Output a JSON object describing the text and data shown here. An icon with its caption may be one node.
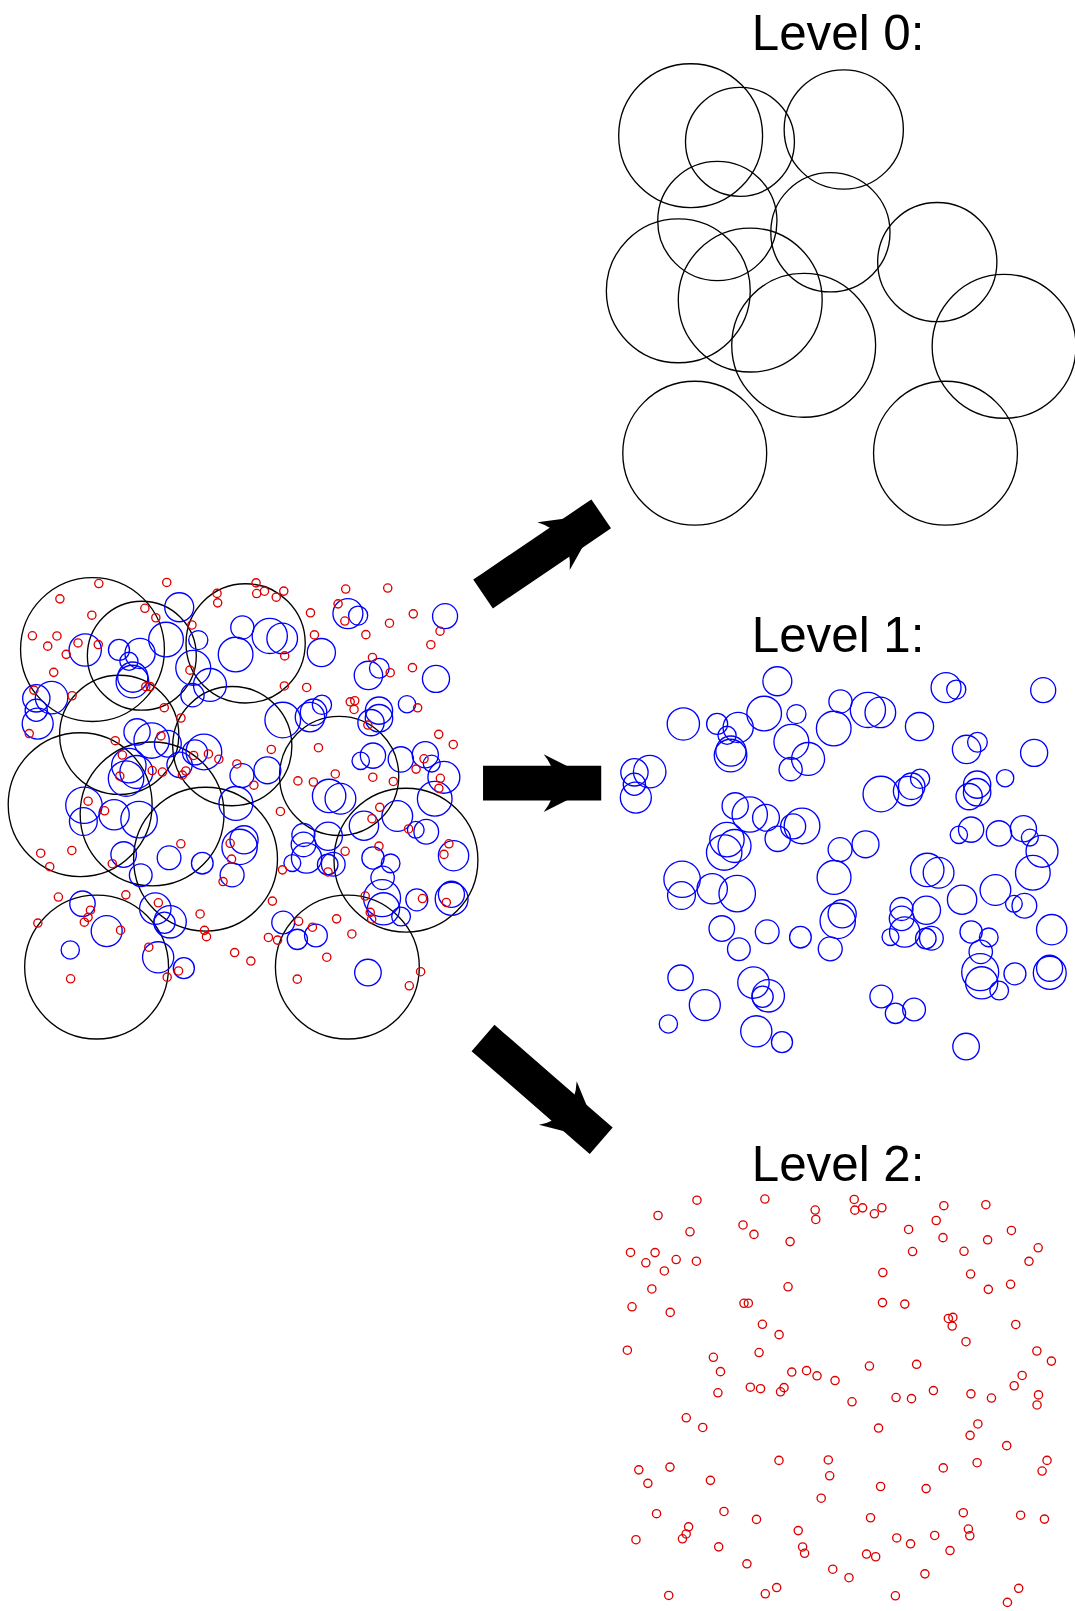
{
  "diagram": {
    "nodes": [
      {
        "text": [],
        "shape": "picture"
      },
      {
        "text": [
          "Level 0:"
        ]
      },
      {
        "text": [
          "Level 1:"
        ]
      },
      {
        "text": [
          "Level 2:"
        ]
      }
    ],
    "edges": [
      {
        "from": 0,
        "to": 1,
        "arrow": "to"
      },
      {
        "from": 0,
        "to": 2,
        "arrow": "to"
      },
      {
        "from": 0,
        "to": 3,
        "arrow": "to"
      }
    ]
  }
}
